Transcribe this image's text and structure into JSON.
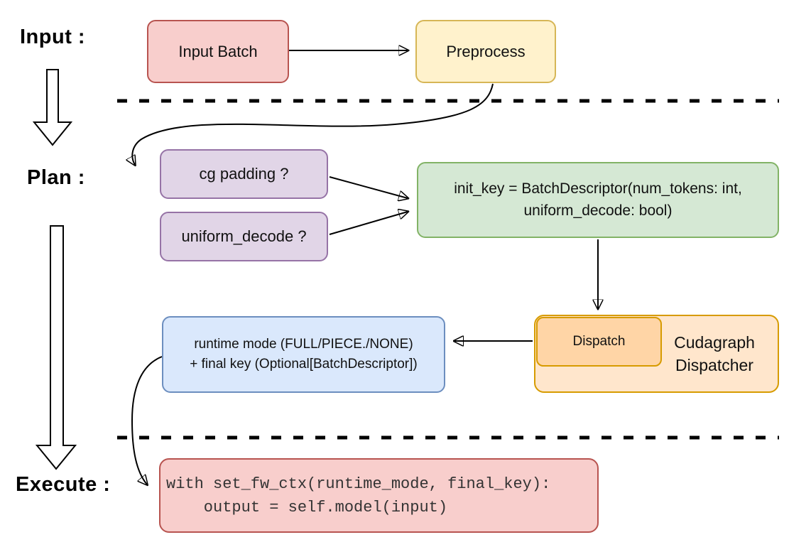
{
  "diagram": {
    "stage_labels": {
      "input": "Input :",
      "plan": "Plan :",
      "execute": "Execute :"
    },
    "nodes": {
      "input_batch": {
        "label": "Input Batch",
        "fill": "#f8cecc",
        "border": "#b85450"
      },
      "preprocess": {
        "label": "Preprocess",
        "fill": "#fff2cc",
        "border": "#d6b656"
      },
      "cg_padding": {
        "label": "cg padding ?",
        "fill": "#e1d5e7",
        "border": "#9673a6"
      },
      "uniform_decode": {
        "label": "uniform_decode ?",
        "fill": "#e1d5e7",
        "border": "#9673a6"
      },
      "init_key": {
        "label": "init_key = BatchDescriptor(num_tokens: int,\nuniform_decode: bool)",
        "fill": "#d5e8d4",
        "border": "#82b366"
      },
      "dispatch": {
        "label": "Dispatch",
        "fill": "#ffd5a6",
        "border": "#d79b00"
      },
      "cudagraph_dispatcher": {
        "label": "Cudagraph\nDispatcher",
        "fill": "#ffe6cc",
        "border": "#d79b00"
      },
      "runtime_mode": {
        "label": "runtime mode (FULL/PIECE./NONE)\n+ final key (Optional[BatchDescriptor])",
        "fill": "#dae8fc",
        "border": "#6c8ebf"
      },
      "execute_code": {
        "label": "with set_fw_ctx(runtime_mode, final_key):\n    output = self.model(input)",
        "fill": "#f8cecc",
        "border": "#b85450"
      }
    },
    "line_color": "#000000"
  }
}
